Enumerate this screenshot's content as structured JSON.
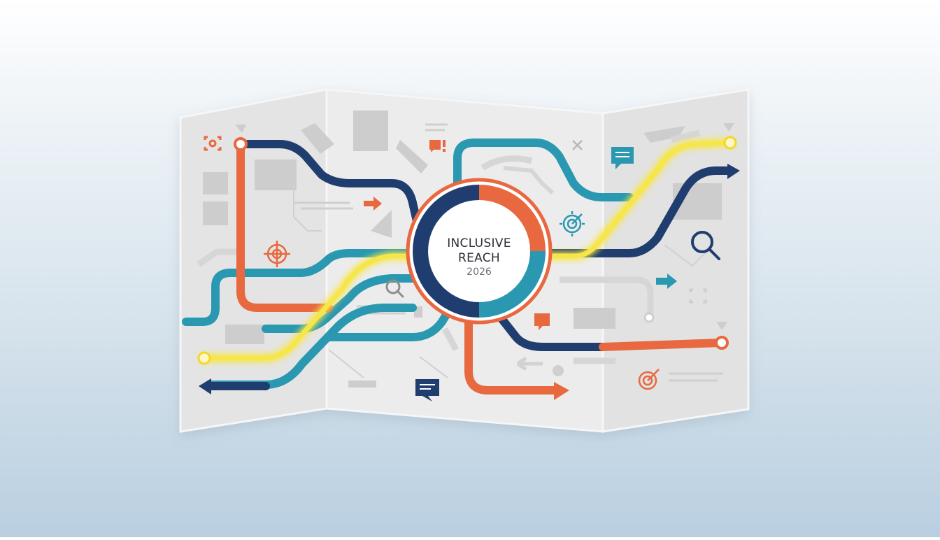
{
  "hub": {
    "line1": "INCLUSIVE",
    "line2": "REACH",
    "year": "2026"
  },
  "colors": {
    "navy": "#1f3d6e",
    "teal": "#2a98b0",
    "orange": "#e8683f",
    "glow": "#f7e64a",
    "panel": "#e9e9e9",
    "panel_shade": "#dcdcdc",
    "mark": "#c7c7c7"
  },
  "icons": [
    "target-icon",
    "magnifier-icon",
    "chat-bubble-icon",
    "arrow-icon",
    "close-icon",
    "focus-icon"
  ]
}
